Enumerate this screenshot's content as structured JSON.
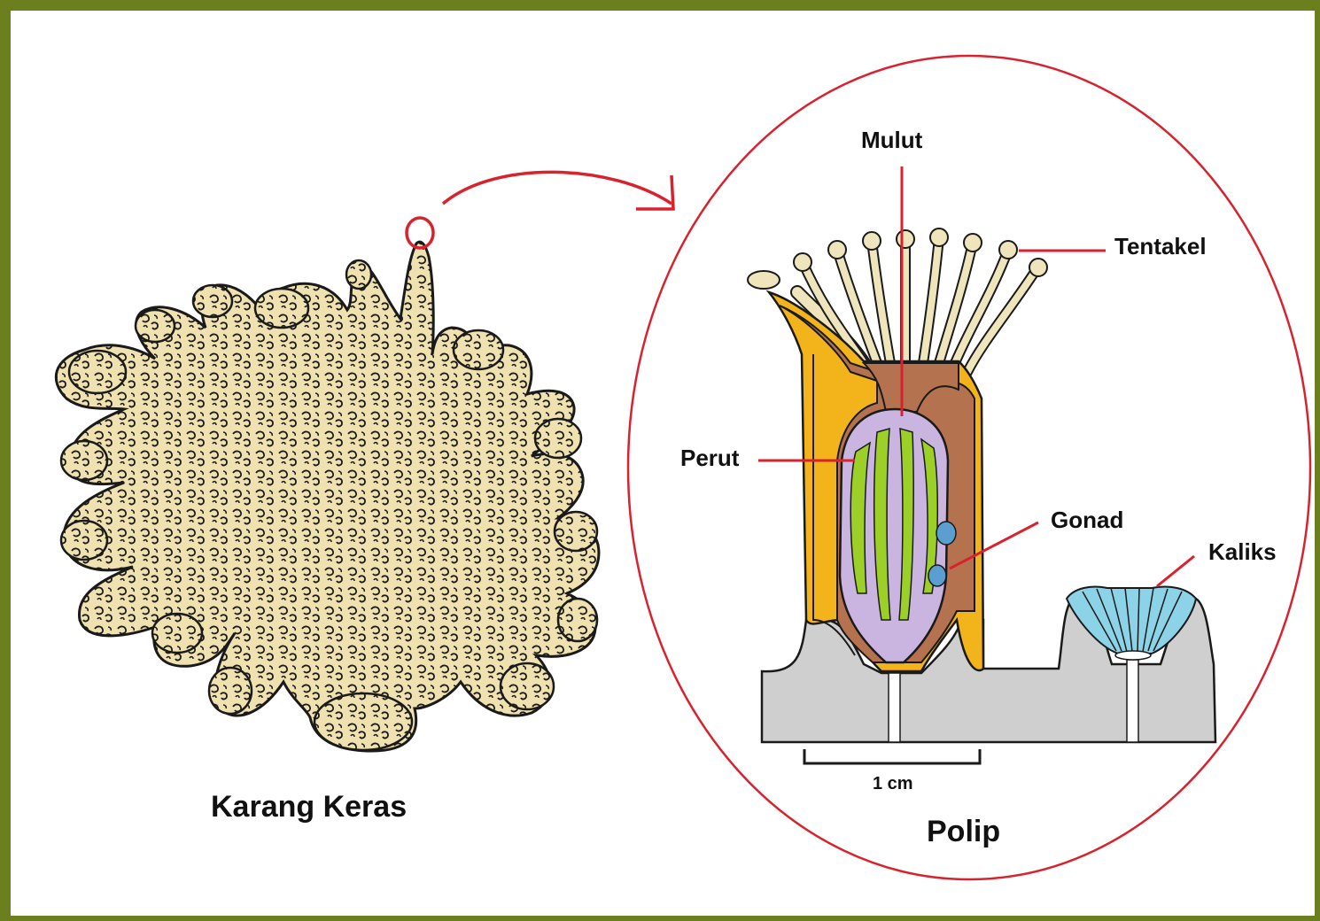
{
  "colors": {
    "frame": "#6b7f1f",
    "coral": "#efe2b0",
    "coral_outline": "#1a1a1a",
    "pointer_red": "#d8222e",
    "tissue_brown": "#b4724e",
    "membrane_yellow": "#f2b31b",
    "stomach_green": "#9ccf28",
    "stomach_violet": "#c9b5e0",
    "gonad_blue": "#5b9fd0",
    "calyx_blue": "#8dd3e8",
    "skeleton_gray": "#cfcfcf",
    "tentacle_cream": "#efe5bd"
  },
  "labels": {
    "karang_keras": "Karang Keras",
    "polip": "Polip",
    "mulut": "Mulut",
    "tentakel": "Tentakel",
    "perut": "Perut",
    "gonad": "Gonad",
    "kaliks": "Kaliks",
    "scale": "1 cm"
  }
}
